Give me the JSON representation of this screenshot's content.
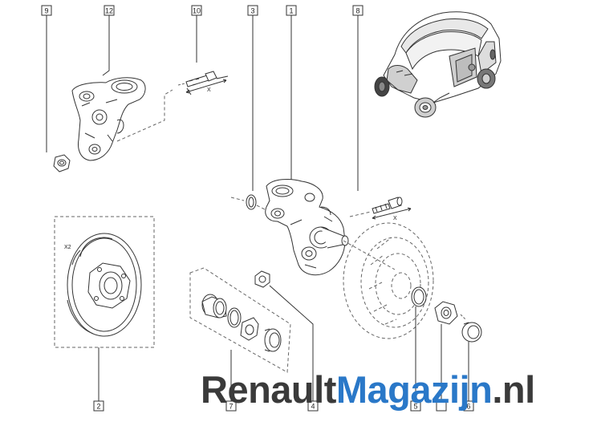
{
  "part_numbers": {
    "p9": "9",
    "p12": "12",
    "p10": "10",
    "p3": "3",
    "p1": "1",
    "p8": "8",
    "p2": "2",
    "p7": "7",
    "p4": "4",
    "p5": "5",
    "p6": "6"
  },
  "annotations": {
    "x2": "X2",
    "x": "X"
  },
  "watermark": {
    "part1": "Renault",
    "part2": "Magazijn",
    "part3": ".nl"
  },
  "colors": {
    "line": "#333333",
    "dash": "#666666",
    "brand_blue": "#2a78c8",
    "brand_gray": "#3a3a3a"
  }
}
